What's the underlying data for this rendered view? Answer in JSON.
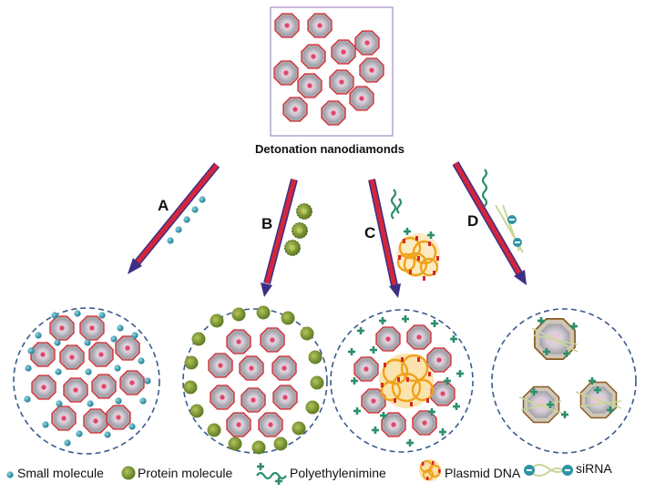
{
  "title": "Detonation nanodiamonds",
  "routes": [
    "A",
    "B",
    "C",
    "D"
  ],
  "legend": [
    {
      "label": "Small molecule",
      "icon": "small-molecule-icon"
    },
    {
      "label": "Protein molecule",
      "icon": "protein-molecule-icon"
    },
    {
      "label": "Polyethylenimine",
      "icon": "polyethylenimine-icon"
    },
    {
      "label": "Plasmid DNA",
      "icon": "plasmid-dna-icon"
    },
    {
      "label": "siRNA",
      "icon": "sirna-icon"
    }
  ],
  "colors": {
    "nanodiamond_fill": "#a9a7ad",
    "nanodiamond_edge": "#d8262c",
    "nanodiamond_core": "#e86a88",
    "arrow_body": "#d3263c",
    "arrow_edge": "#3b2f86",
    "small_molecule": "#2f93a5",
    "protein": "#6e8a2c",
    "pei": "#2c8f6a",
    "plasmid_orange": "#f0a21c",
    "plasmid_red": "#d42828",
    "circle_stroke": "#3a5a8c",
    "box_stroke": "#a48cc6"
  }
}
